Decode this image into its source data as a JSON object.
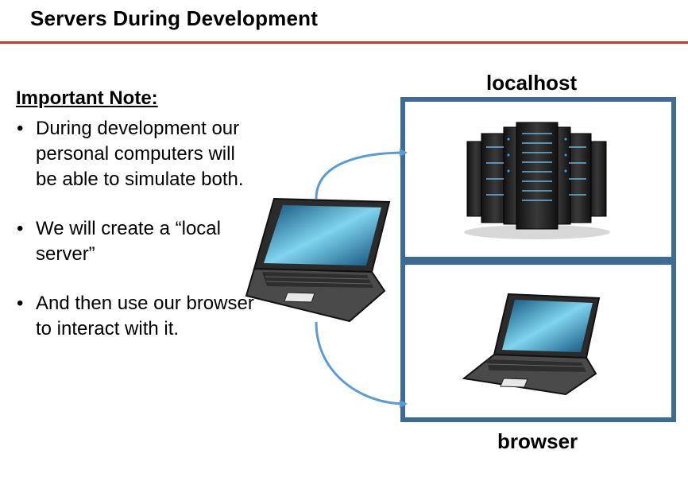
{
  "title": "Servers During Development",
  "note": {
    "heading": "Important Note:",
    "bullets": [
      {
        "bullet": "•",
        "text": "During development our personal computers will be able to simulate both."
      },
      {
        "bullet": "•",
        "text": "We will create a “local server”"
      },
      {
        "bullet": "•",
        "text": "And then use our browser to interact with it."
      }
    ]
  },
  "diagram": {
    "top_box_label": "localhost",
    "bottom_box_label": "browser",
    "colors": {
      "box_border": "#3e6b96",
      "arrow": "#5b9bd5",
      "title_rule": "#c0392b"
    }
  }
}
